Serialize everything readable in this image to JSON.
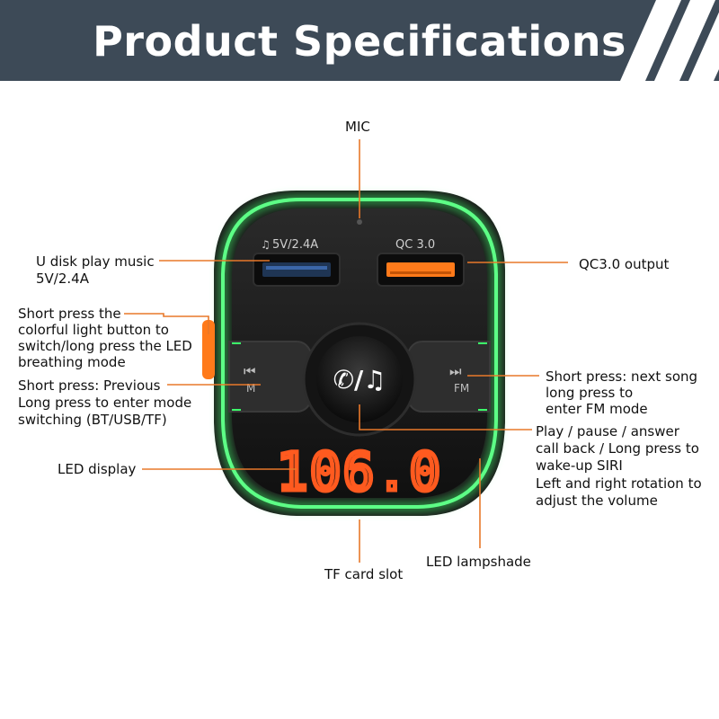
{
  "header": {
    "title": "Product Specifications",
    "background_color": "#3d4a57"
  },
  "device": {
    "usb_left_label": "5V/2.4A",
    "usb_right_label": "QC 3.0",
    "prev_button_label": "M",
    "next_button_label": "FM",
    "display_value": "106.0",
    "center_button_icon": "phone-music-icon",
    "ring_color": "#3cff6a",
    "display_color": "#ff5a1f",
    "qc_port_color": "#ff7a1a",
    "side_button_color": "#ff7a1a"
  },
  "callouts": {
    "mic": "MIC",
    "udisk_line1": "U disk play music",
    "udisk_line2": "5V/2.4A",
    "qc_output": "QC3.0 output",
    "light_line1": "Short press the",
    "light_line2": "colorful light button to",
    "light_line3": "switch/long press the LED",
    "light_line4": "breathing mode",
    "prev_line1": "Short press: Previous",
    "prev_line2": "Long press to enter mode",
    "prev_line3": "switching (BT/USB/TF)",
    "next_line1": "Short press: next song",
    "next_line2": "long press to",
    "next_line3": "enter FM mode",
    "led_display": "LED display",
    "play_line1": "Play / pause / answer",
    "play_line2": "call back / Long press to",
    "play_line3": "wake-up SIRI",
    "play_line4": "Left and right rotation to",
    "play_line5": "adjust the volume",
    "tf_card": "TF card slot",
    "lampshade": "LED lampshade"
  },
  "leader_line_color": "#e8782a"
}
